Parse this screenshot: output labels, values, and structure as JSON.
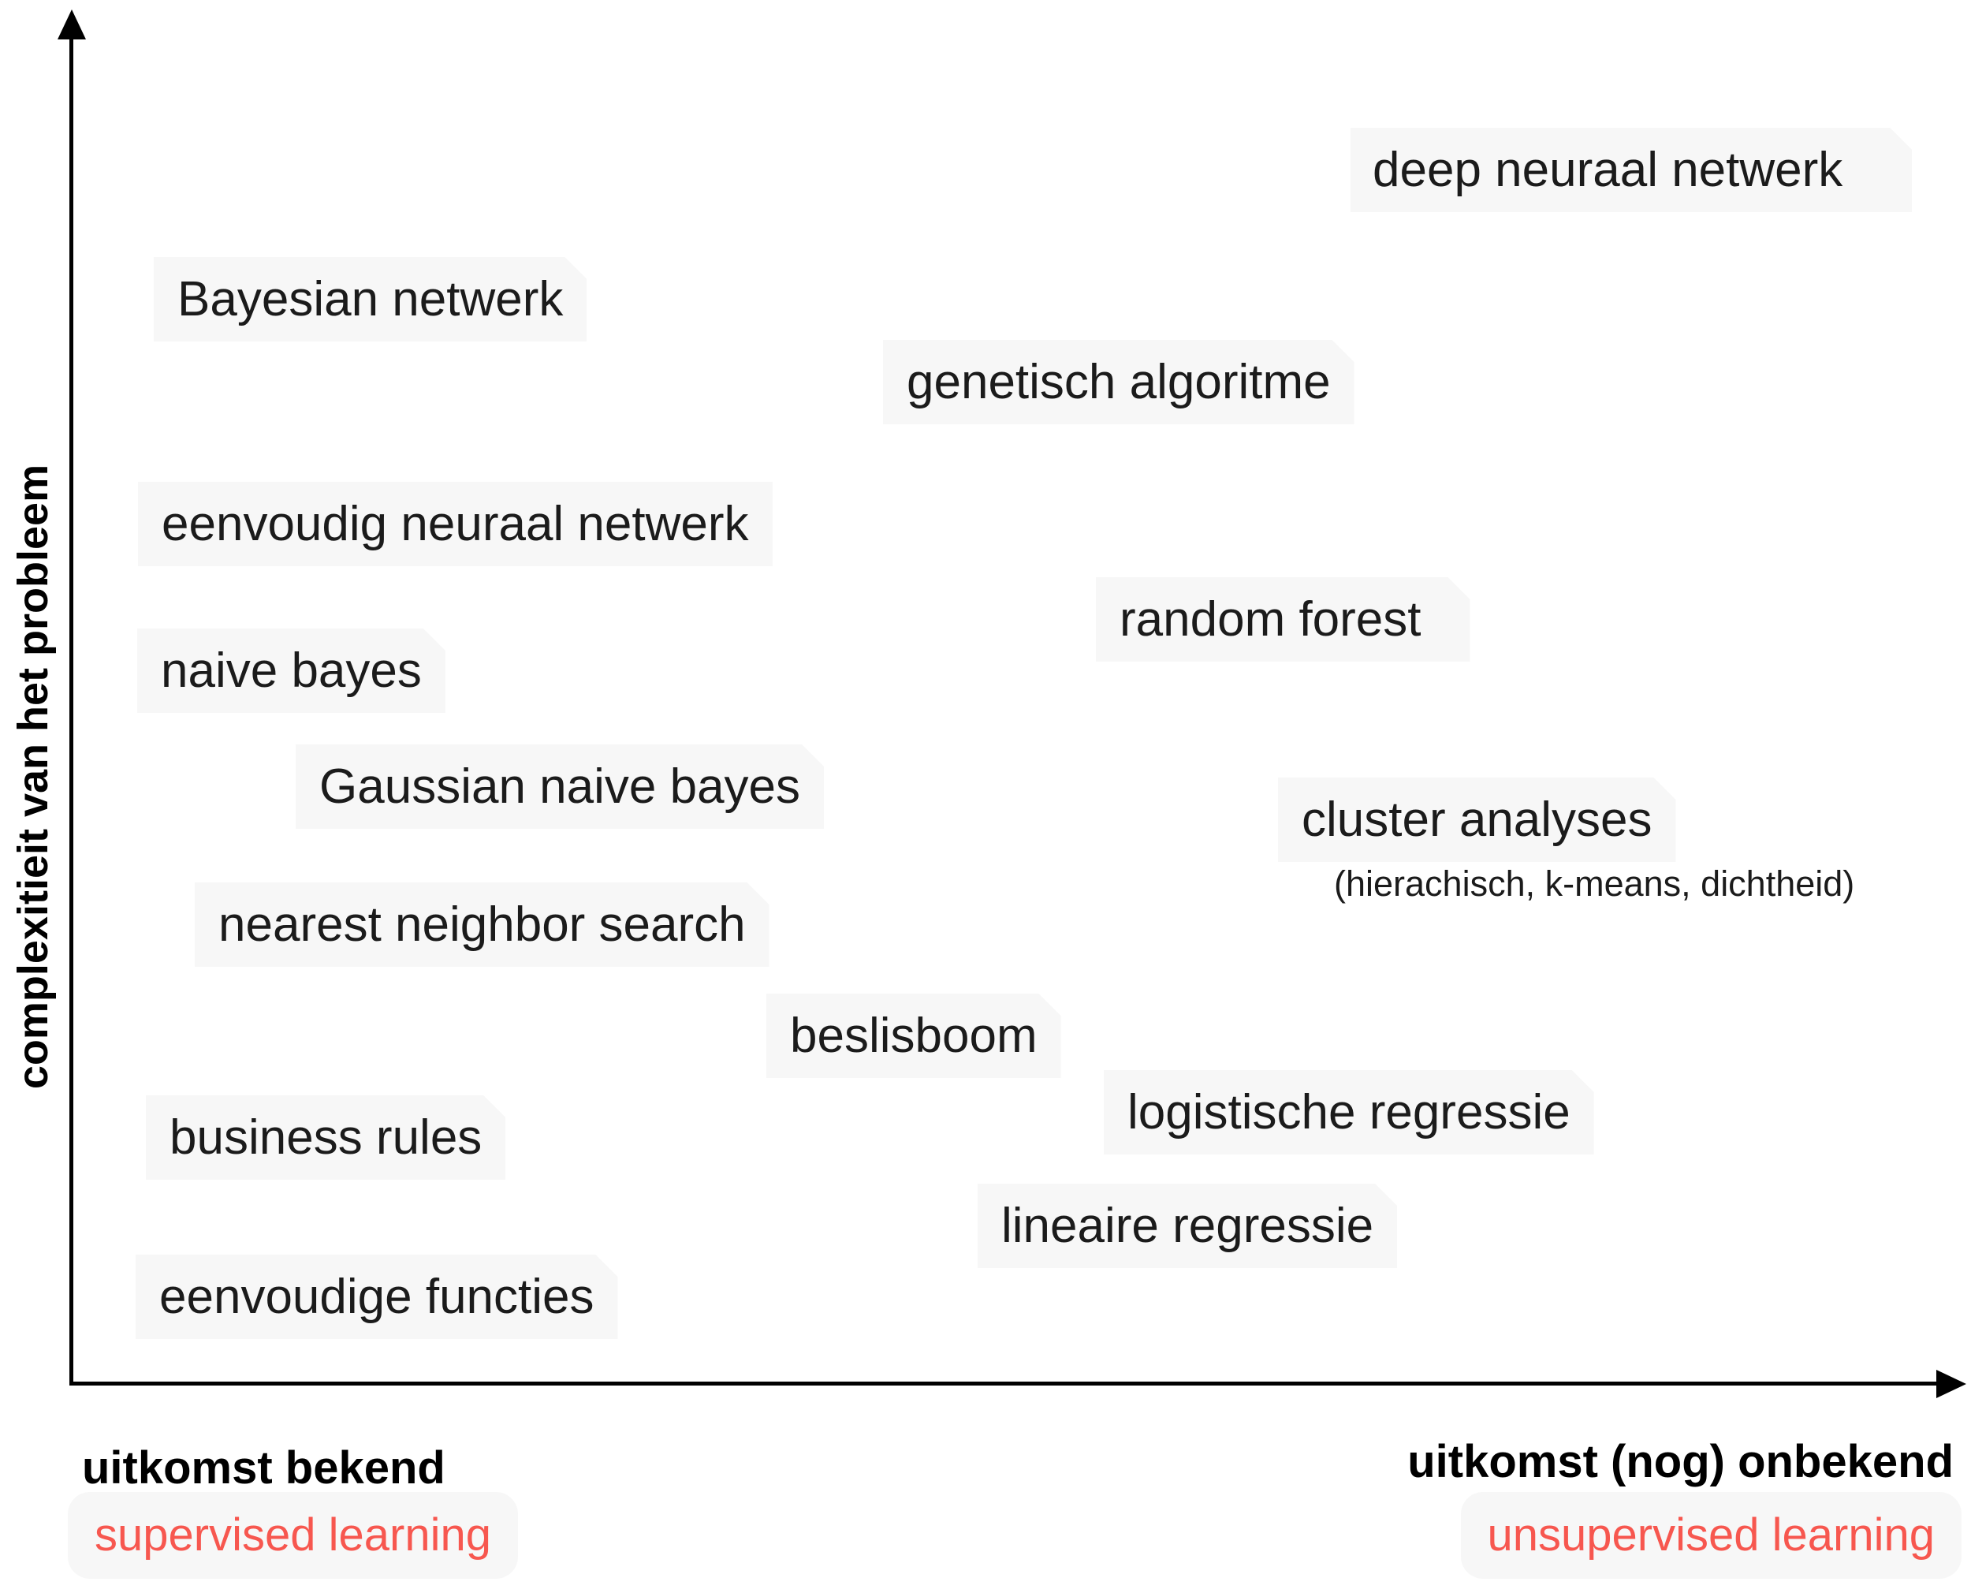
{
  "colors": {
    "label_background": "#f7f7f7",
    "text": "#1b1b1b",
    "axis": "#000000",
    "accent_red": "#f7574f",
    "canvas": "#ffffff"
  },
  "chart_data": {
    "type": "scatter",
    "title": "",
    "ylabel": "complexitieit van het probleem",
    "x_axis": {
      "left_label": "uitkomst bekend",
      "left_sublabel": "supervised learning",
      "right_label": "uitkomst (nog) onbekend",
      "right_sublabel": "unsupervised learning"
    },
    "axis_range": [
      0,
      100
    ],
    "grid": false,
    "legend": false,
    "points": [
      {
        "label": "deep neuraal netwerk",
        "x": 84,
        "y": 88
      },
      {
        "label": "Bayesian netwerk",
        "x": 17,
        "y": 79
      },
      {
        "label": "genetisch algoritme",
        "x": 57,
        "y": 72
      },
      {
        "label": "eenvoudig neuraal netwerk",
        "x": 22,
        "y": 63
      },
      {
        "label": "random forest",
        "x": 65,
        "y": 56
      },
      {
        "label": "naive bayes",
        "x": 12,
        "y": 52
      },
      {
        "label": "cluster analyses",
        "sublabel": "(hierachisch, k-means, dichtheid)",
        "x": 75,
        "y": 41
      },
      {
        "label": "Gaussian naive bayes",
        "x": 27,
        "y": 44
      },
      {
        "label": "nearest neighbor search",
        "x": 23,
        "y": 34
      },
      {
        "label": "beslisboom",
        "x": 47,
        "y": 25
      },
      {
        "label": "logistische regressie",
        "x": 69,
        "y": 20
      },
      {
        "label": "business rules",
        "x": 14,
        "y": 18
      },
      {
        "label": "lineaire regressie",
        "x": 61,
        "y": 12
      },
      {
        "label": "eenvoudige functies",
        "x": 18,
        "y": 5
      }
    ]
  }
}
